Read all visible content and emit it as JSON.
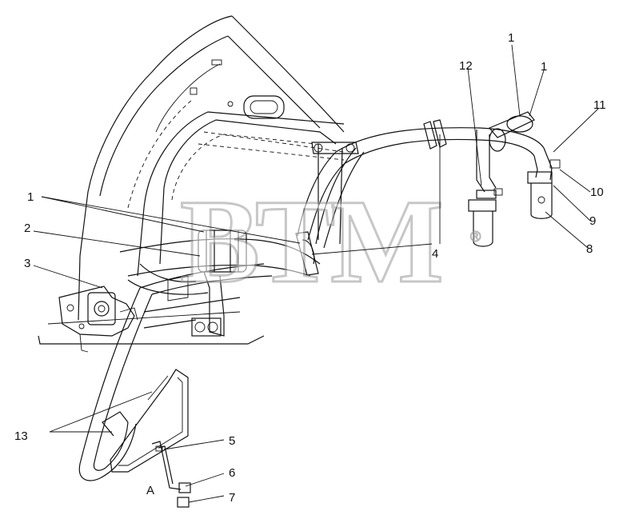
{
  "watermark": {
    "brand": "BTM",
    "mark": "®"
  },
  "view_label": "A",
  "callouts": [
    "1",
    "1",
    "1",
    "2",
    "3",
    "4",
    "5",
    "6",
    "7",
    "8",
    "9",
    "10",
    "11",
    "12",
    "13"
  ],
  "colors": {
    "ink": "#111111",
    "watermark": "#9a9a9a",
    "background": "#ffffff"
  }
}
